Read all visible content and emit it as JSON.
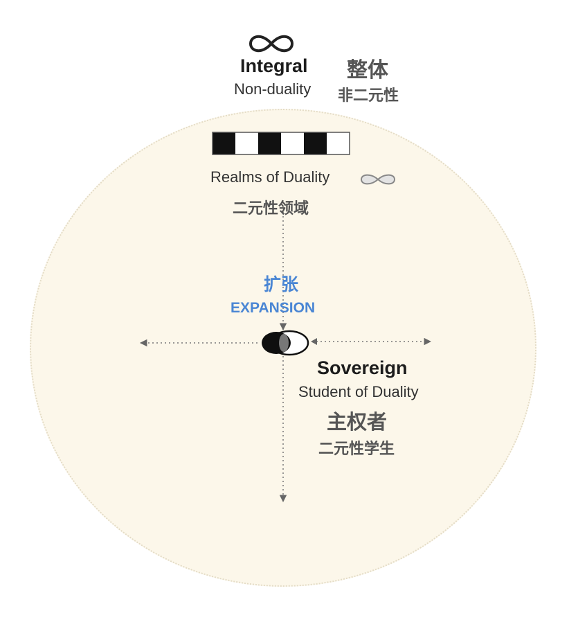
{
  "integral": {
    "title": "Integral",
    "title_zh": "整体",
    "subtitle": "Non-duality",
    "subtitle_zh": "非二元性",
    "icon": "infinity-icon"
  },
  "realms": {
    "label": "Realms of Duality",
    "label_zh": "二元性领域",
    "bar_pattern": [
      "black",
      "white",
      "black",
      "white",
      "black",
      "white"
    ],
    "icon": "infinity-icon"
  },
  "expansion": {
    "label_zh": "扩张",
    "label": "EXPANSION",
    "color": "#4a86d4"
  },
  "sovereign": {
    "title": "Sovereign",
    "subtitle": "Student of Duality",
    "title_zh": "主权者",
    "subtitle_zh": "二元性学生",
    "icon": "yin-yang-overlap-icon"
  },
  "colors": {
    "circle_fill": "#fcf7ea",
    "arrow": "#666666"
  }
}
